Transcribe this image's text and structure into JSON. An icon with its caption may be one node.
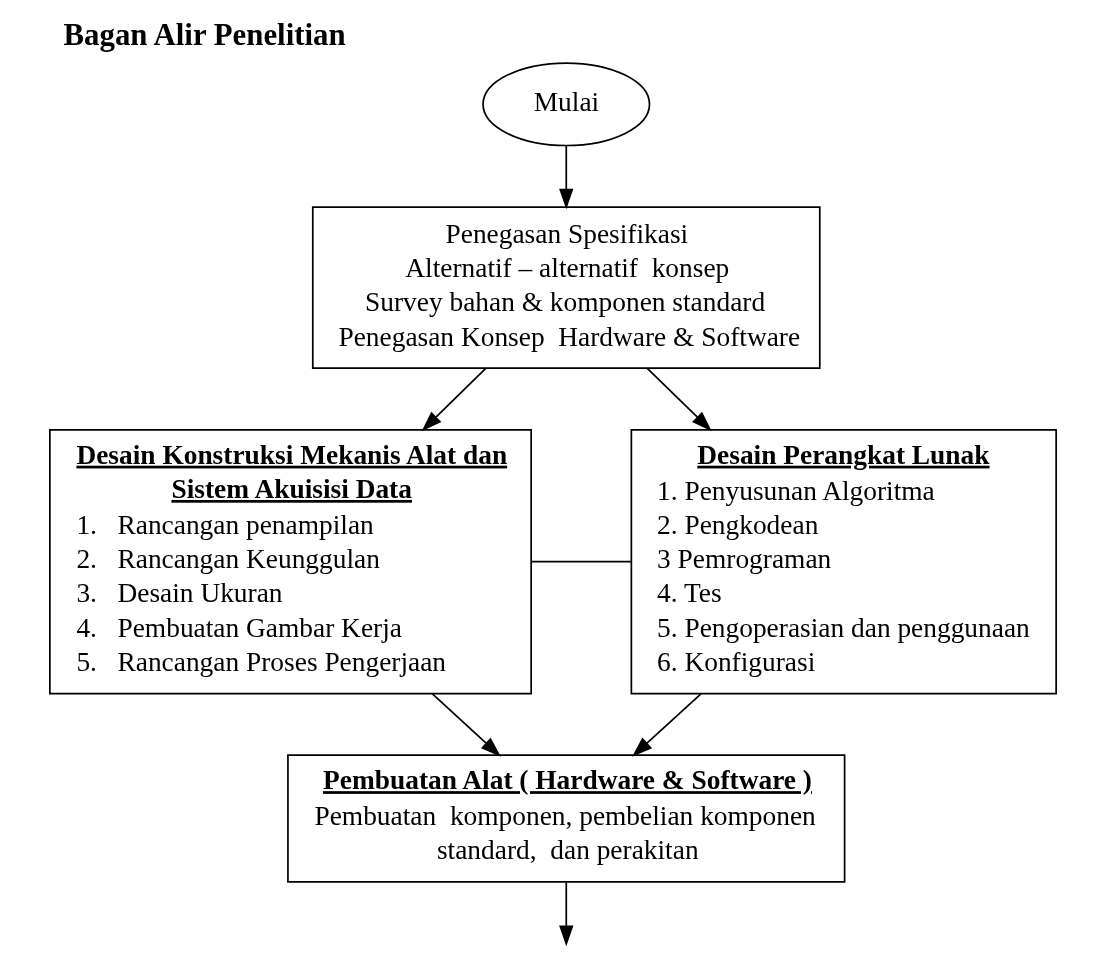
{
  "diagram": {
    "title": "Bagan Alir Penelitian",
    "nodes": [
      {
        "text": [
          "Mulai"
        ]
      },
      {
        "text": [
          "Penegasan Spesifikasi",
          "Alternatif – alternatif  konsep",
          "Survey bahan & komponen standard",
          "Penegasan Konsep  Hardware & Software"
        ]
      },
      {
        "text": [
          "Desain Konstruksi Mekanis Alat dan Sistem Akuisisi Data",
          "1.   Rancangan penampilan",
          "2.   Rancangan Keunggulan",
          "3.   Desain Ukuran",
          "4.   Pembuatan Gambar Kerja",
          "5.   Rancangan Proses Pengerjaan"
        ]
      },
      {
        "text": [
          "Desain Perangkat Lunak",
          "1. Penyusunan Algoritma",
          "2. Pengkodean",
          "3 Pemrograman",
          "4. Tes",
          "5. Pengoperasian dan penggunaan",
          "6. Konfigurasi"
        ]
      },
      {
        "text": [
          "Pembuatan Alat ( Hardware & Software )",
          "Pembuatan  komponen, pembelian komponen standard,  dan perakitan"
        ]
      }
    ],
    "edges": [
      {
        "from": 0,
        "to": 1,
        "arrow": "to"
      },
      {
        "from": 1,
        "to": 2,
        "arrow": "to"
      },
      {
        "from": 1,
        "to": 3,
        "arrow": "to"
      },
      {
        "from": 2,
        "to": 3,
        "arrow": "none"
      },
      {
        "from": 2,
        "to": 4,
        "arrow": "to"
      },
      {
        "from": 3,
        "to": 4,
        "arrow": "to"
      },
      {
        "from": 4,
        "to": null,
        "arrow": "to"
      }
    ]
  }
}
